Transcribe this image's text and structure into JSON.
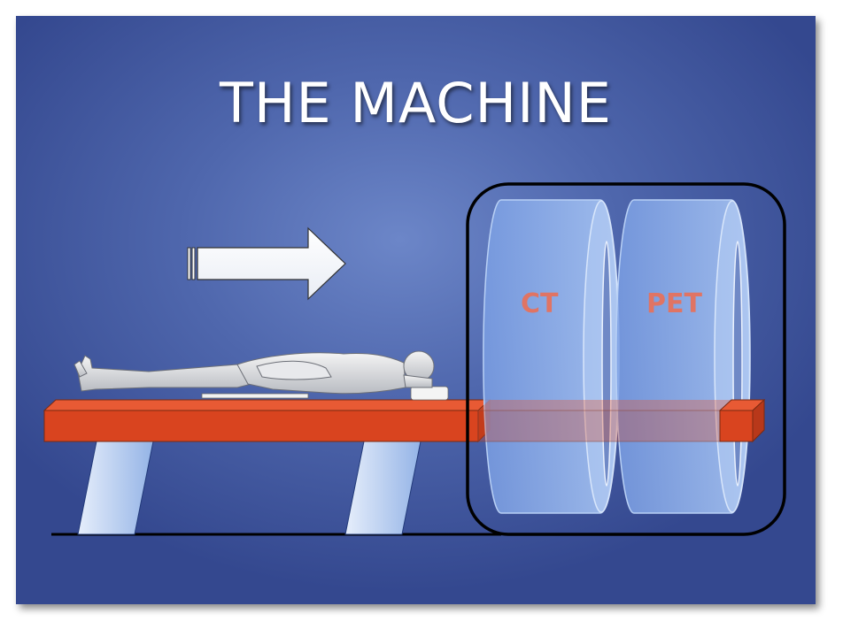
{
  "slide": {
    "title": "THE MACHINE",
    "labels": {
      "ct": "CT",
      "pet": "PET"
    }
  },
  "colors": {
    "background": "#5068ae",
    "table": "#d9441f",
    "ring": "#8fb0ea",
    "frame": "#000000",
    "label": "#e07464"
  }
}
